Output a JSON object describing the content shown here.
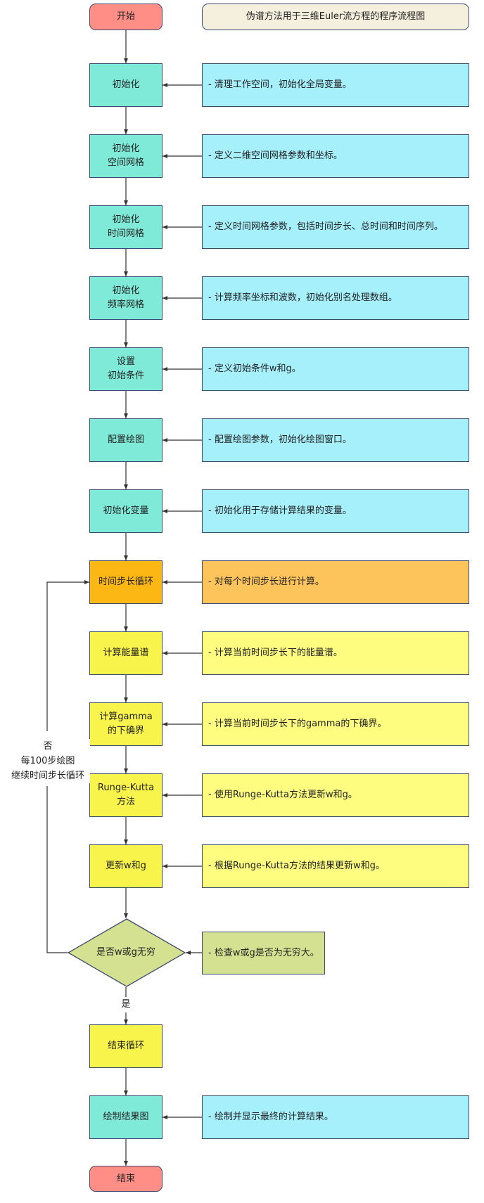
{
  "title": "伪谱方法用于三维Euler流方程的程序流程图",
  "colors": {
    "terminal": "#ff8f86",
    "title_bg": "#f5efdd",
    "init_node": "#80ead8",
    "init_note": "#a6f0fc",
    "loop_node": "#fdb714",
    "loop_note": "#fec45c",
    "calc_node": "#f9f44b",
    "calc_note": "#fefd80",
    "decision": "#d4e191",
    "edge": "#333333"
  },
  "start": "开始",
  "end": "结束",
  "steps": [
    {
      "id": "init",
      "label": "初始化",
      "note": "- 清理工作空间，初始化全局变量。",
      "kind": "init"
    },
    {
      "id": "init-space-grid",
      "label": "初始化\n空间网格",
      "note": "- 定义二维空间网格参数和坐标。",
      "kind": "init"
    },
    {
      "id": "init-time-grid",
      "label": "初始化\n时间网格",
      "note": "- 定义时间网格参数，包括时间步长、总时间和时间序列。",
      "kind": "init"
    },
    {
      "id": "init-freq-grid",
      "label": "初始化\n频率网格",
      "note": "- 计算频率坐标和波数，初始化别名处理数组。",
      "kind": "init"
    },
    {
      "id": "set-initial-conditions",
      "label": "设置\n初始条件",
      "note": "- 定义初始条件w和g。",
      "kind": "init"
    },
    {
      "id": "configure-plot",
      "label": "配置绘图",
      "note": "- 配置绘图参数，初始化绘图窗口。",
      "kind": "init"
    },
    {
      "id": "init-variables",
      "label": "初始化变量",
      "note": "- 初始化用于存储计算结果的变量。",
      "kind": "init"
    },
    {
      "id": "time-step-loop",
      "label": "时间步长循环",
      "note": "- 对每个时间步长进行计算。",
      "kind": "loop"
    },
    {
      "id": "compute-energy-spectrum",
      "label": "计算能量谱",
      "note": " - 计算当前时间步长下的能量谱。",
      "kind": "calc"
    },
    {
      "id": "compute-gamma-lower-bound",
      "label": "计算gamma\n的下确界",
      "note": "- 计算当前时间步长下的gamma的下确界。",
      "kind": "calc"
    },
    {
      "id": "runge-kutta",
      "label": "Runge-Kutta\n方法",
      "note": "- 使用Runge-Kutta方法更新w和g。",
      "kind": "calc"
    },
    {
      "id": "update-w-g",
      "label": "更新w和g",
      "note": "- 根据Runge-Kutta方法的结果更新w和g。",
      "kind": "calc"
    }
  ],
  "decision": {
    "label": "是否w或g无穷",
    "note": "- 检查w或g是否为无穷大。"
  },
  "branch_labels": {
    "no": "否\n每100步绘图\n继续时间步长循环",
    "yes": "是"
  },
  "after_loop": [
    {
      "id": "end-loop",
      "label": "结束循环",
      "note": null,
      "kind": "calc"
    },
    {
      "id": "plot-results",
      "label": "绘制结果图",
      "note": "- 绘制并显示最终的计算结果。",
      "kind": "init"
    }
  ]
}
